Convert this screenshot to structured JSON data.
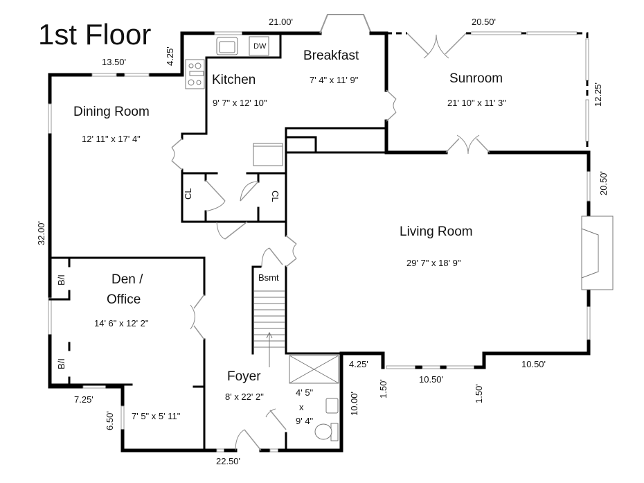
{
  "title": "1st Floor",
  "rooms": {
    "kitchen": {
      "name": "Kitchen",
      "dims": "9' 7\" x 12' 10\""
    },
    "breakfast": {
      "name": "Breakfast",
      "dims": "7' 4\" x 11' 9\""
    },
    "sunroom": {
      "name": "Sunroom",
      "dims": "21' 10\" x 11' 3\""
    },
    "dining": {
      "name": "Dining Room",
      "dims": "12' 11\" x 17' 4\""
    },
    "living": {
      "name": "Living Room",
      "dims": "29' 7\" x 18' 9\""
    },
    "den": {
      "name_line1": "Den /",
      "name_line2": "Office",
      "dims": "14' 6\" x 12' 2\""
    },
    "den_nook": {
      "dims": "7' 5\" x 5' 11\""
    },
    "foyer": {
      "name": "Foyer",
      "dims": "8' x 22' 2\""
    },
    "bath": {
      "dims_line1": "4' 5\"",
      "dims_line2": "x",
      "dims_line3": "9' 4\""
    }
  },
  "labels": {
    "closet1": "CL",
    "closet2": "CL",
    "builtin1": "B/I",
    "builtin2": "B/I",
    "basement": "Bsmt",
    "dishwasher": "DW"
  },
  "measurements": {
    "top_kitchen": "21.00'",
    "top_sunroom": "20.50'",
    "dining_top": "13.50'",
    "kitchen_step": "4.25'",
    "sunroom_right": "12.25'",
    "living_right": "20.50'",
    "left_side": "32.00'",
    "den_bottom": "7.25'",
    "nook_left": "6.50'",
    "bottom_foyer": "22.50'",
    "bath_right": "10.00'",
    "bump_left": "4.25'",
    "bump_depth_left": "1.50'",
    "bump_width": "10.50'",
    "bump_depth_right": "1.50'",
    "living_bottom_right": "10.50'"
  },
  "fixtures": [
    "stove-icon",
    "sink-icon",
    "dishwasher-icon",
    "laundry-sink-icon",
    "shower-icon",
    "bath-sink-icon",
    "toilet-icon",
    "fireplace-icon",
    "stairs-icon"
  ]
}
